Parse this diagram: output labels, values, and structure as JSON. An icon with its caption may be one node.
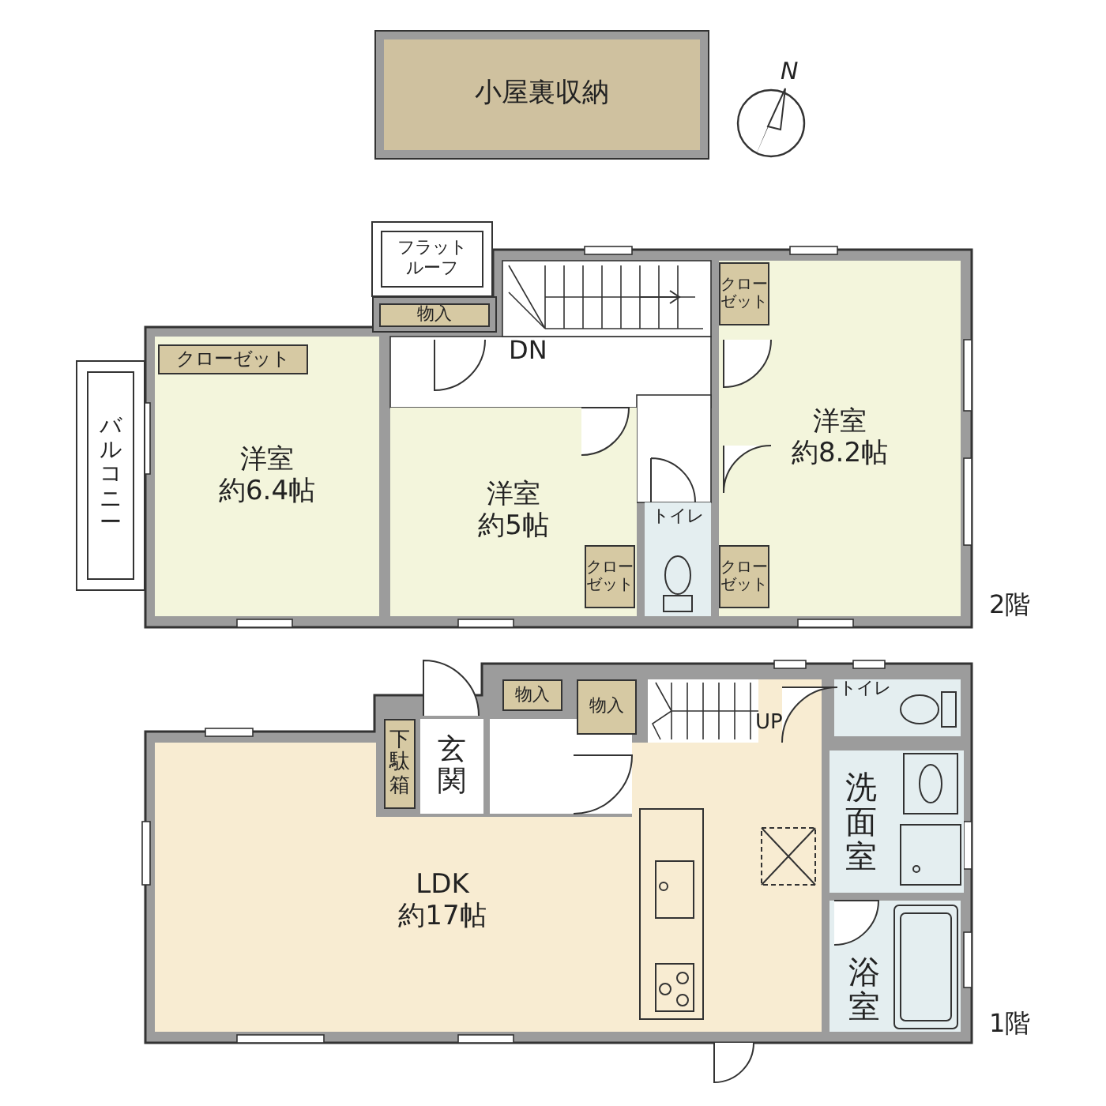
{
  "diagram": {
    "nodes": [
      {
        "text": [
          "小屋裏収納"
        ]
      },
      {
        "text": [
          "フラットルーフ"
        ]
      },
      {
        "text": [
          "物入"
        ]
      },
      {
        "text": [
          "バルコニー"
        ]
      },
      {
        "text": [
          "洋室",
          "約6.4帖"
        ]
      },
      {
        "text": [
          "クローゼット"
        ],
        "in": 4
      },
      {
        "text": [
          "洋室",
          "約5帖"
        ]
      },
      {
        "text": [
          "洋室",
          "約8.2帖"
        ]
      },
      {
        "text": [
          "クローゼット"
        ],
        "in": 7
      },
      {
        "text": [
          "トイレ"
        ]
      },
      {
        "text": [
          "クローゼット"
        ],
        "in": 6
      },
      {
        "text": [
          "クローゼット"
        ],
        "in": 7
      },
      {
        "text": [
          "物入"
        ]
      },
      {
        "text": [
          "物入"
        ]
      },
      {
        "text": [
          "トイレ"
        ]
      },
      {
        "text": [
          "下駄箱"
        ]
      },
      {
        "text": [
          "玄関"
        ]
      },
      {
        "text": [
          "洗面室"
        ]
      },
      {
        "text": [
          "LDK",
          "約17帖"
        ]
      },
      {
        "text": [
          "浴室"
        ]
      }
    ],
    "labels": [
      "N",
      "DN",
      "2階",
      "UP",
      "1階"
    ]
  }
}
